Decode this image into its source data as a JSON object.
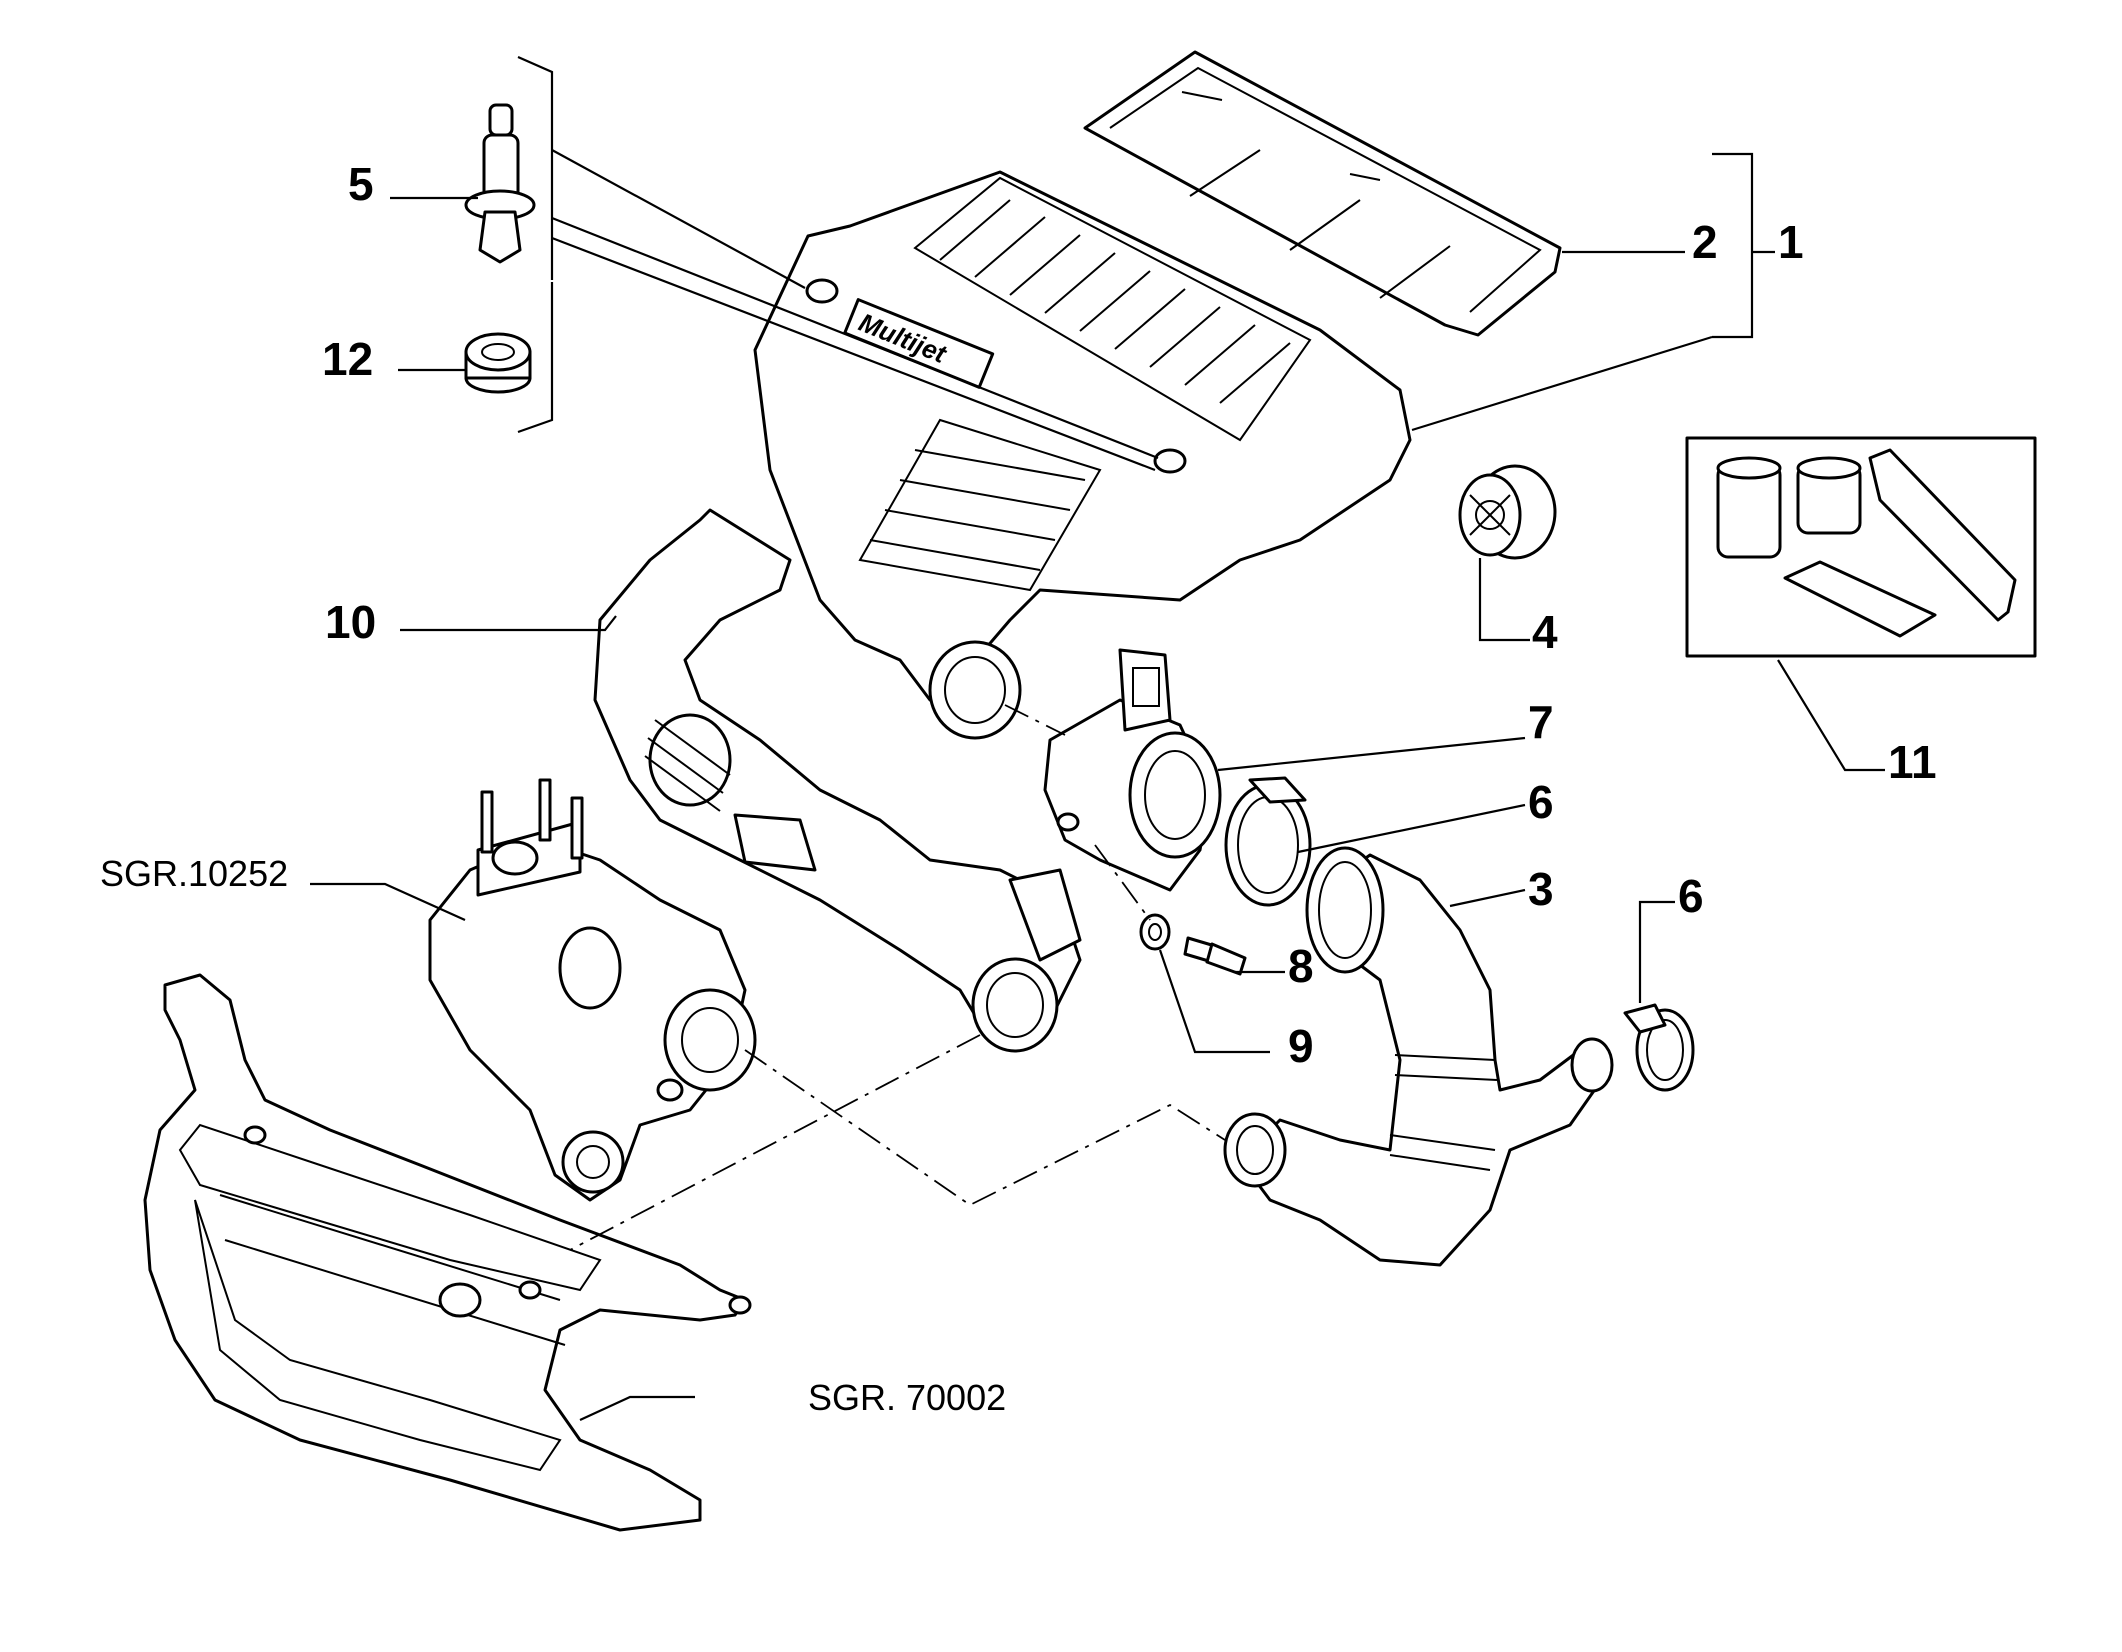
{
  "callouts": {
    "c1": "1",
    "c2": "2",
    "c3": "3",
    "c4": "4",
    "c5": "5",
    "c6a": "6",
    "c6b": "6",
    "c7": "7",
    "c8": "8",
    "c9": "9",
    "c10": "10",
    "c11": "11",
    "c12": "12"
  },
  "references": {
    "ref_turbo": "SGR.10252",
    "ref_frame": "SGR. 70002"
  },
  "airbox_brand_mark": "Multijet"
}
